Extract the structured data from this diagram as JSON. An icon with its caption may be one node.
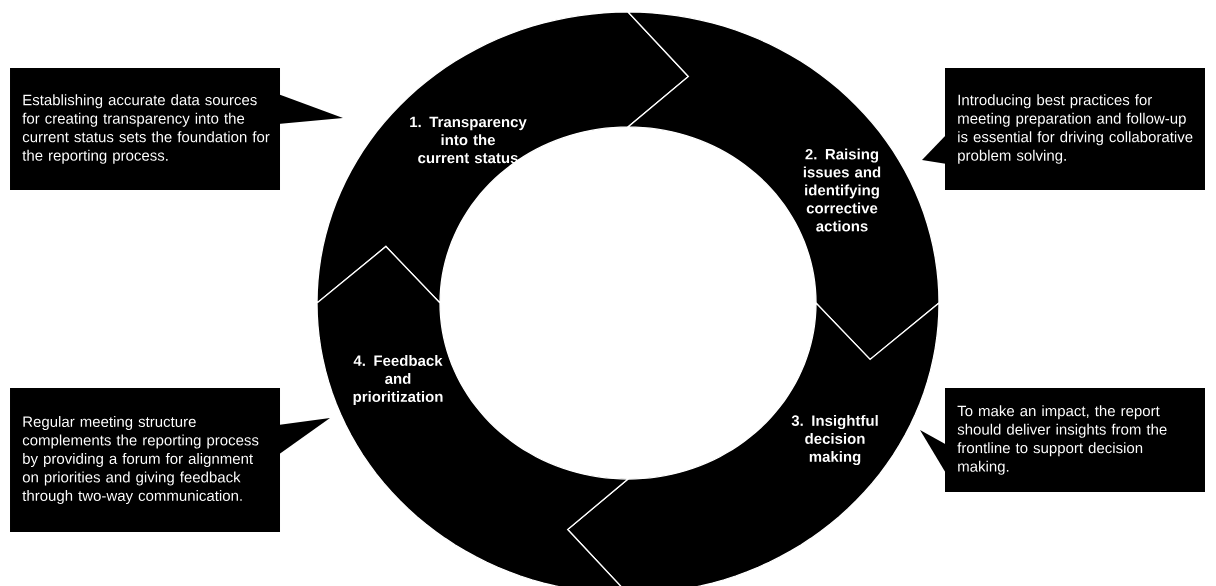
{
  "diagram": {
    "nodes": [
      {
        "text": [
          "1. Transparency into the current status"
        ]
      },
      {
        "text": [
          "2. Raising issues and identifying corrective actions"
        ]
      },
      {
        "text": [
          "3. Insightful decision making"
        ]
      },
      {
        "text": [
          "4. Feedback and prioritization"
        ]
      },
      {
        "text": [
          "Establishing accurate data sources for creating transparency into the current status sets the foundation for the reporting process."
        ]
      },
      {
        "text": [
          "Introducing best practices for meeting preparation and follow-up is essential for driving collaborative problem solving."
        ]
      },
      {
        "text": [
          "To make an impact, the report should deliver insights from the frontline to support decision making."
        ]
      },
      {
        "text": [
          "Regular meeting structure complements the reporting process by providing a forum for alignment on priorities and giving feedback through two-way communication."
        ]
      }
    ]
  }
}
